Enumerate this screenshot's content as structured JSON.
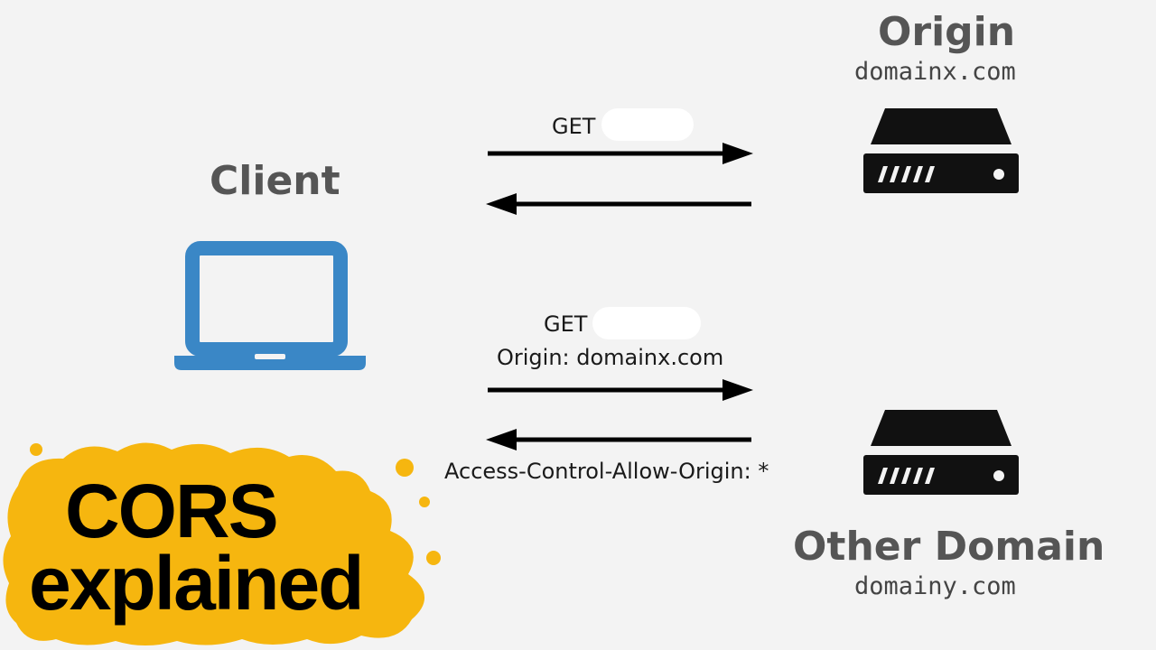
{
  "client": {
    "title": "Client"
  },
  "origin": {
    "title": "Origin",
    "domain": "domainx.com"
  },
  "other": {
    "title": "Other Domain",
    "domain": "domainy.com"
  },
  "same_origin_request": {
    "method": "GET"
  },
  "cross_origin_request": {
    "method": "GET",
    "origin_header": "Origin: domainx.com"
  },
  "cross_origin_response": {
    "header": "Access-Control-Allow-Origin: *"
  },
  "banner": {
    "line1": "CORS",
    "line2": "explained"
  },
  "colors": {
    "background": "#f3f3f3",
    "laptop": "#3a87c6",
    "server": "#111111",
    "arrow": "#000000",
    "banner": "#f6b60f",
    "heading": "#555555"
  },
  "icons": {
    "client": "laptop-icon",
    "origin": "server-icon",
    "other": "server-icon"
  }
}
